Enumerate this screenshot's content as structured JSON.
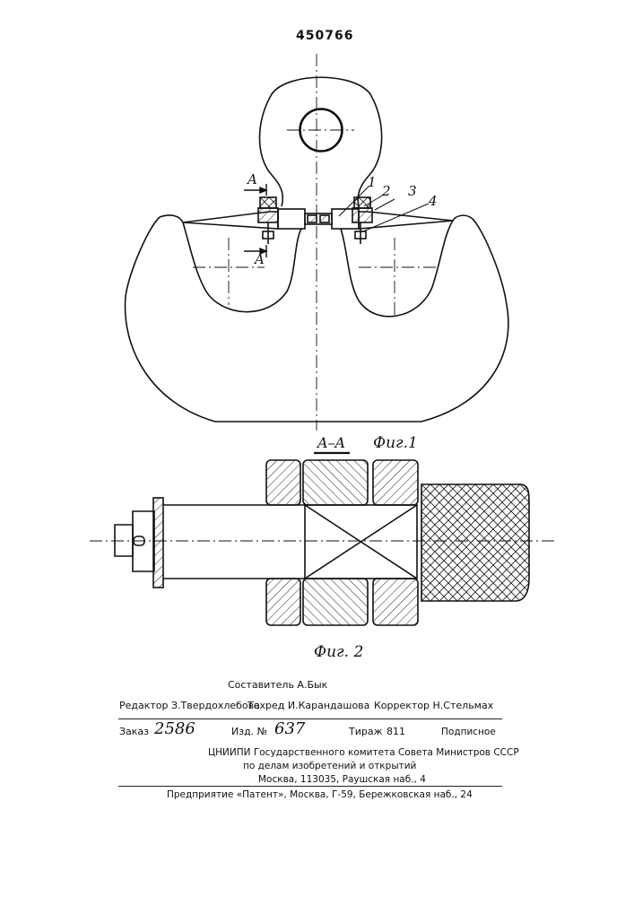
{
  "patent_number": "450766",
  "drawing_labels": {
    "section_mark": "A",
    "part_1": "1",
    "part_2": "2",
    "part_3": "3",
    "part_4": "4",
    "section_title": "A–A",
    "fig1": "Фиг.1",
    "fig2": "Фиг. 2"
  },
  "credits": {
    "compiler": "Составитель А.Бык",
    "editor": "Редактор З.Твердохлебова",
    "techred": "Техред И.Карандашова",
    "corrector": "Корректор Н.Стельмах"
  },
  "order": {
    "order_label": "Заказ",
    "order_value": "2586",
    "issue_label": "Изд. №",
    "issue_value": "637",
    "print_label": "Тираж",
    "print_value": "811",
    "subscription": "Подписное"
  },
  "publisher": {
    "line1": "ЦНИИПИ Государственного комитета Совета Министров СССР",
    "line2": "по делам изобретений и открытий",
    "line3": "Москва, 113035, Раушская наб., 4"
  },
  "printer": "Предприятие «Патент», Москва, Г-59, Бережковская наб., 24"
}
